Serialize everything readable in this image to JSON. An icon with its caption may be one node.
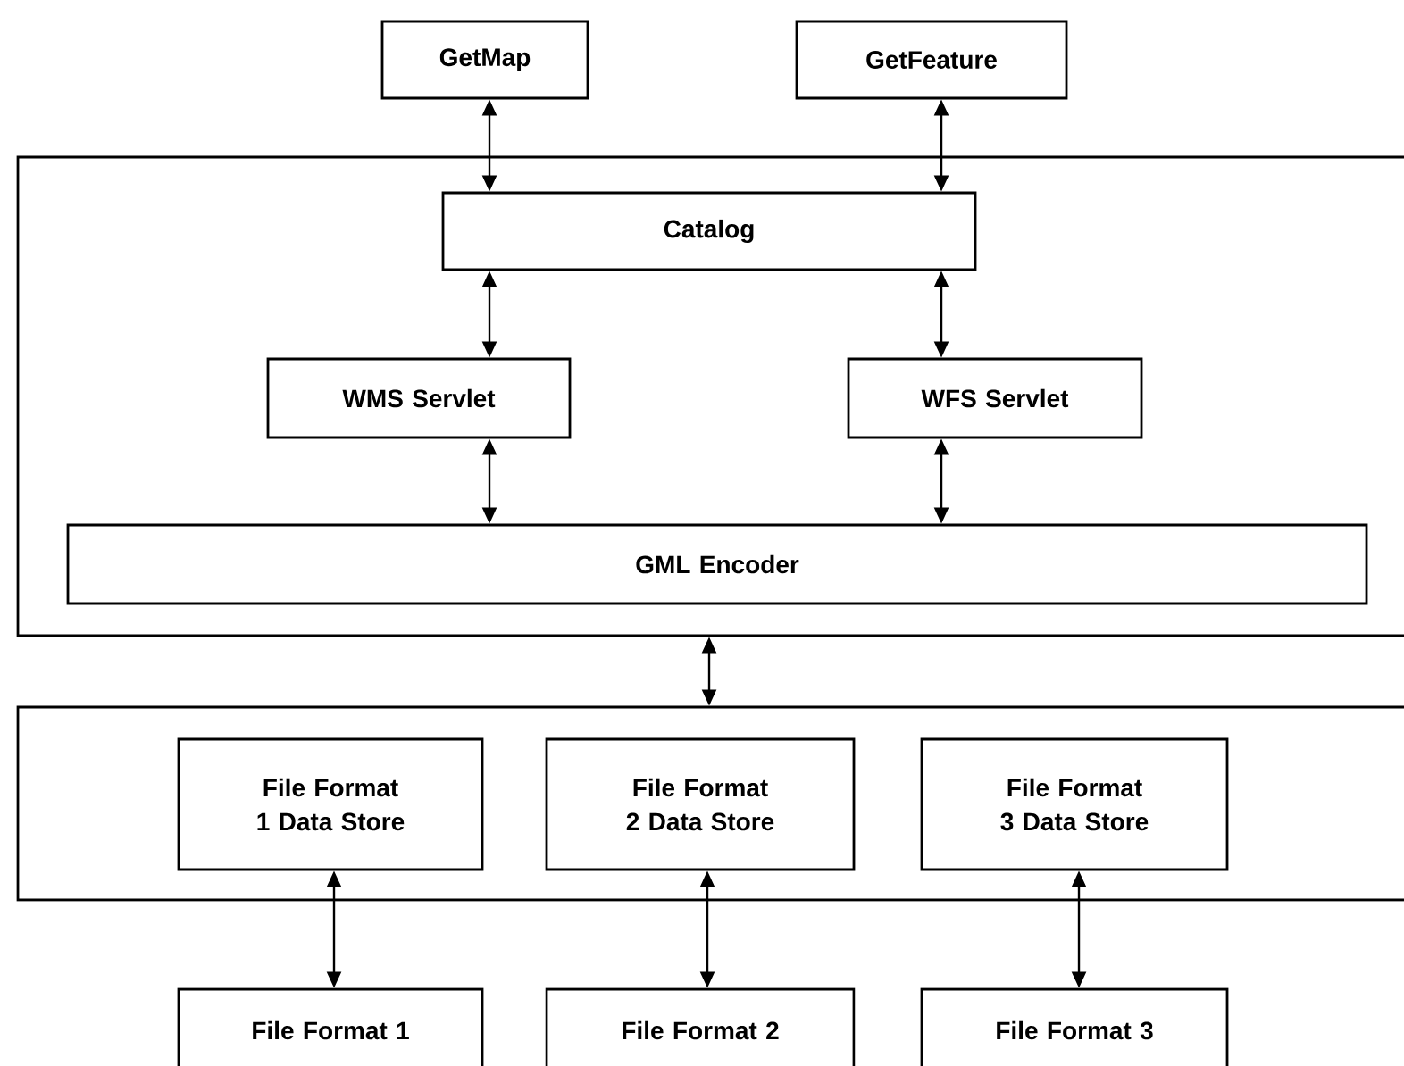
{
  "diagram": {
    "nodes": [
      {
        "text": [
          "GetMap"
        ]
      },
      {
        "text": [
          "GetFeature"
        ]
      },
      {
        "text": [],
        "shape": "box"
      },
      {
        "text": [
          "Catalog"
        ],
        "in": 2
      },
      {
        "text": [
          "WMS Servlet"
        ],
        "in": 2
      },
      {
        "text": [
          "WFS Servlet"
        ],
        "in": 2
      },
      {
        "text": [
          "GML Encoder"
        ],
        "in": 2
      },
      {
        "text": [],
        "shape": "box"
      },
      {
        "text": [
          "File Format 1 Data Store"
        ],
        "in": 7
      },
      {
        "text": [
          "File Format 2 Data Store"
        ],
        "in": 7
      },
      {
        "text": [
          "File Format 3 Data Store"
        ],
        "in": 7
      },
      {
        "text": [
          "File Format 1"
        ]
      },
      {
        "text": [
          "File Format 2"
        ]
      },
      {
        "text": [
          "File Format 3"
        ]
      }
    ],
    "edges": [
      {
        "from": 0,
        "to": 3,
        "arrow": "both"
      },
      {
        "from": 1,
        "to": 3,
        "arrow": "both"
      },
      {
        "from": 3,
        "to": 4,
        "arrow": "both"
      },
      {
        "from": 3,
        "to": 5,
        "arrow": "both"
      },
      {
        "from": 4,
        "to": 6,
        "arrow": "both"
      },
      {
        "from": 5,
        "to": 6,
        "arrow": "both"
      },
      {
        "from": 2,
        "to": 7,
        "arrow": "both"
      },
      {
        "from": 8,
        "to": 11,
        "arrow": "both"
      },
      {
        "from": 9,
        "to": 12,
        "arrow": "both"
      },
      {
        "from": 10,
        "to": 13,
        "arrow": "both"
      }
    ]
  }
}
